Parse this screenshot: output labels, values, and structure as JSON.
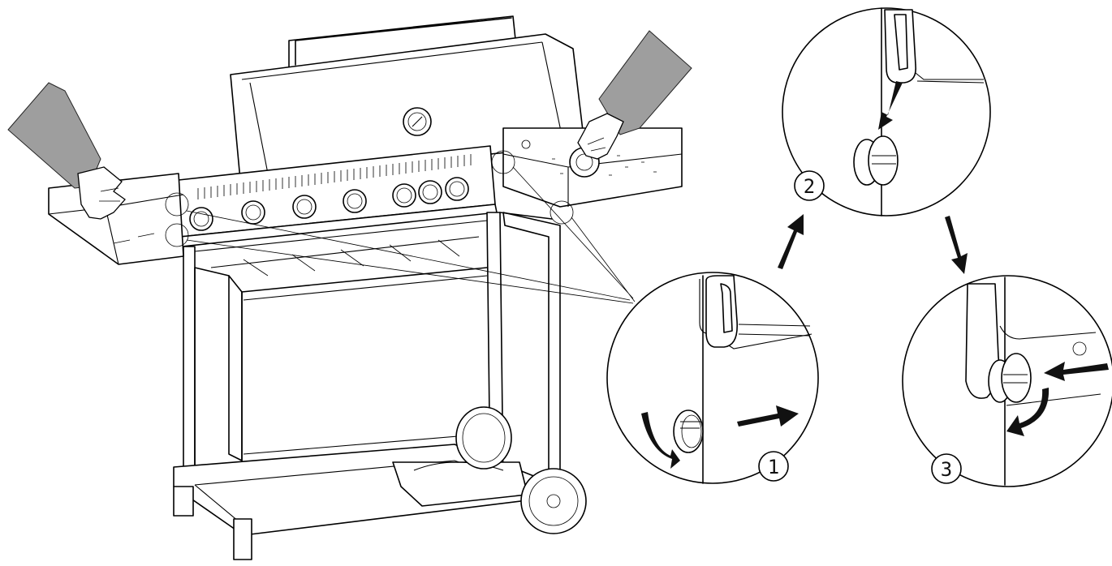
{
  "steps": [
    {
      "number": "1"
    },
    {
      "number": "2"
    },
    {
      "number": "3"
    }
  ],
  "colors": {
    "line": "#000000",
    "background": "#ffffff",
    "hand": "#9e9e9e"
  },
  "icons": [
    "grill-illustration",
    "hand-left",
    "hand-right",
    "arrow-right",
    "arrow-down",
    "arrow-up",
    "curved-arrow",
    "knob-bolt-detail"
  ]
}
